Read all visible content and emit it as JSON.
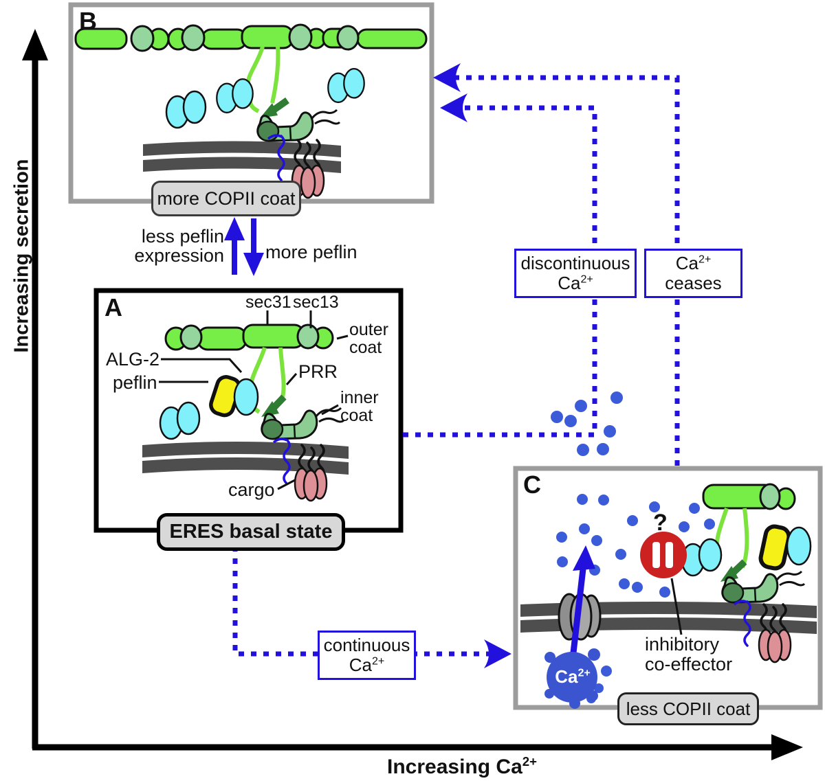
{
  "figure": {
    "y_axis_label": "Increasing secretion",
    "x_axis_label_base": "Increasing Ca",
    "x_axis_label_sup": "2+"
  },
  "panel_b": {
    "letter": "B",
    "caption": "more COPII coat"
  },
  "peflin_transition": {
    "up_arrow_label_line1": "less peflin",
    "up_arrow_label_line2": "expression",
    "down_arrow_label": "more peflin"
  },
  "panel_a": {
    "letter": "A",
    "caption": "ERES basal state",
    "labels": {
      "sec31": "sec31",
      "sec13": "sec13",
      "outer_coat_line1": "outer",
      "outer_coat_line2": "coat",
      "alg2": "ALG-2",
      "peflin": "peflin",
      "prr": "PRR",
      "inner_coat_line1": "inner",
      "inner_coat_line2": "coat",
      "cargo": "cargo"
    }
  },
  "panel_c": {
    "letter": "C",
    "caption": "less COPII coat",
    "question_mark": "?",
    "inhibitor_line1": "inhibitory",
    "inhibitor_line2": "co-effector",
    "ca_label_base": "Ca",
    "ca_label_sup": "2+"
  },
  "signal_boxes": {
    "discontinuous_line1": "discontinuous",
    "discontinuous_ca_base": "Ca",
    "discontinuous_ca_sup": "2+",
    "ceases_ca_base": "Ca",
    "ceases_ca_sup": "2+",
    "ceases_line2": "ceases",
    "continuous_line1": "continuous",
    "continuous_ca_base": "Ca",
    "continuous_ca_sup": "2+"
  },
  "colors": {
    "signal_blue": "#2211dd",
    "calcium_dot_blue": "#3b5bd8",
    "calcium_ion_blue": "#3a55cf",
    "outer_coat_green": "#77ed48",
    "hub_green": "#95d69e",
    "inner_coat_green": "#8ccd94",
    "sec23_dark_green": "#4c8752",
    "prr_green": "#7ce33c",
    "prr_dark_green": "#2f7c33",
    "alg2_cyan": "#80f0fa",
    "peflin_yellow": "#f6f019",
    "cargo_pink": "#dd9095",
    "inhibitor_red": "#cc2121",
    "membrane_gray": "#4e4e4e",
    "channel_gray": "#a0a0a0",
    "panel_border_gray": "#9c9c9c",
    "caption_bg": "#d8d8d8"
  }
}
